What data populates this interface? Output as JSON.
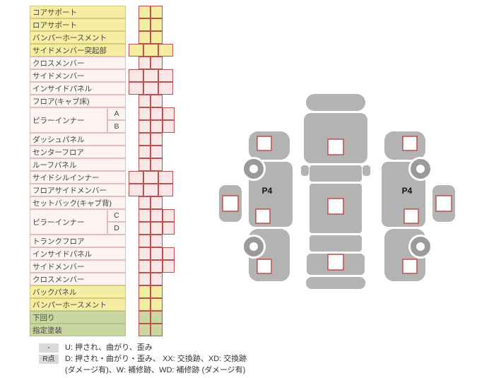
{
  "colors": {
    "yellow_row": "#f4eda2",
    "pink_label": "#fdf3f3",
    "pink_cell": "#fbe7e7",
    "green_row": "#cbd7a2",
    "cell_border": "#c0504d",
    "car_body_gray": "#b3b3b3",
    "wheel_gray": "#9a9a9a",
    "checkbox_border": "#c0504d",
    "legend_badge_gray": "#d9d9d9"
  },
  "table": {
    "rows": [
      {
        "label": "コアサポート",
        "group": "yellow",
        "cells": 2,
        "indent": 1
      },
      {
        "label": "ロアサポート",
        "group": "yellow",
        "cells": 2,
        "indent": 1
      },
      {
        "label": "バンパーホースメント",
        "group": "yellow",
        "cells": 2,
        "indent": 1
      },
      {
        "label": "サイドメンバー突起部",
        "group": "yellow",
        "cells": 3,
        "indent": 0,
        "w": 21
      },
      {
        "label": "クロスメンバー",
        "group": "pink",
        "cells": 2,
        "indent": 1
      },
      {
        "label": "サイドメンバー",
        "group": "pink",
        "cells": 3,
        "indent": 0,
        "w": 21
      },
      {
        "label": "インサイドパネル",
        "group": "pink",
        "cells": 3,
        "indent": 0,
        "w": 21
      },
      {
        "label": "フロア(キャブ床)",
        "group": "pink",
        "cells": 2,
        "indent": 1
      },
      {
        "label": "ピラーインナー",
        "group": "pink",
        "sub": [
          {
            "label": "A",
            "cells": 3,
            "indent": 1
          },
          {
            "label": "B",
            "cells": 3,
            "indent": 1
          }
        ]
      },
      {
        "label": "ダッシュパネル",
        "group": "pink",
        "cells": 2,
        "indent": 1
      },
      {
        "label": "センターフロア",
        "group": "pink",
        "cells": 2,
        "indent": 1
      },
      {
        "label": "ルーフパネル",
        "group": "pink",
        "cells": 2,
        "indent": 1
      },
      {
        "label": "サイドシルインナー",
        "group": "pink",
        "cells": 3,
        "indent": 0,
        "w": 21
      },
      {
        "label": "フロアサイドメンバー",
        "group": "pink",
        "cells": 3,
        "indent": 0,
        "w": 21
      },
      {
        "label": "セットバック(キャブ背)",
        "group": "pink",
        "cells": 2,
        "indent": 1
      },
      {
        "label": "ピラーインナー",
        "group": "pink",
        "sub": [
          {
            "label": "C",
            "cells": 3,
            "indent": 1
          },
          {
            "label": "D",
            "cells": 3,
            "indent": 1
          }
        ]
      },
      {
        "label": "トランクフロア",
        "group": "pink",
        "cells": 2,
        "indent": 1
      },
      {
        "label": "インサイドパネル",
        "group": "pink",
        "cells": 3,
        "indent": 1
      },
      {
        "label": "サイドメンバー",
        "group": "pink",
        "cells": 3,
        "indent": 1
      },
      {
        "label": "クロスメンバー",
        "group": "pink",
        "cells": 2,
        "indent": 1
      },
      {
        "label": "バックパネル",
        "group": "yellow",
        "cells": 2,
        "indent": 1
      },
      {
        "label": "バンパーホースメント",
        "group": "yellow",
        "cells": 2,
        "indent": 1
      },
      {
        "label": "下回り",
        "group": "green",
        "cells": 2,
        "indent": 1
      },
      {
        "label": "指定塗装",
        "group": "green",
        "cells": 2,
        "indent": 1
      }
    ]
  },
  "diagram": {
    "left_code": "P4",
    "right_code": "P4"
  },
  "legend": {
    "items": [
      {
        "badge": "-",
        "text": "U: 押され、曲がり、歪み"
      },
      {
        "badge": "R点",
        "text": "D: 押され・曲がり・歪み、 XX: 交換跡、XD: 交換跡"
      },
      {
        "badge": "",
        "text": "(ダメージ有)、W: 補修跡、WD: 補修跡 (ダメージ有)"
      }
    ]
  }
}
